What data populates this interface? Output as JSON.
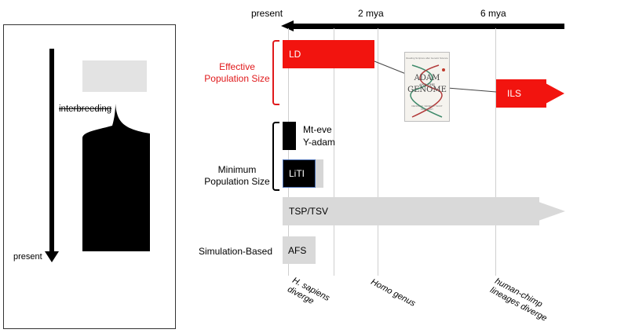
{
  "left_panel": {
    "present_label": "present",
    "interbreeding_label": "interbreeding"
  },
  "timeline": {
    "present_label": "present",
    "tick_2mya": "2 mya",
    "tick_6mya": "6 mya"
  },
  "categories": {
    "effective_line1": "Effective",
    "effective_line2": "Population Size",
    "minimum_line1": "Minimum",
    "minimum_line2": "Population Size",
    "simulation": "Simulation-Based"
  },
  "methods": {
    "ld": "LD",
    "ils": "ILS",
    "mt_eve": "Mt-eve",
    "y_adam": "Y-adam",
    "liti": "LiTI",
    "tsp": "TSP/TSV",
    "afs": "AFS"
  },
  "book": {
    "top_line": "Reading Scripture after Genetic Science",
    "title_line1": "ADAM",
    "title_line2": "AND THE",
    "title_line3": "GENOME",
    "authors": "DENNIS R. VENEMA / SCOT MCKNIGHT"
  },
  "axis_labels": {
    "sapiens_line1": "H. sapiens",
    "sapiens_line2": "diverge",
    "homo": "Homo genus",
    "chimp_line1": "human-chimp",
    "chimp_line2": "lineages diverge"
  },
  "colors": {
    "effective": "#f2140f",
    "minimum": "#000000",
    "grey_bar": "#d9d9d9"
  }
}
